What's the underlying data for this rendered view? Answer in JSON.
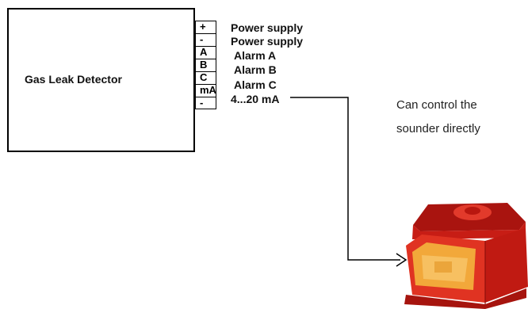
{
  "detector": {
    "title": "Gas Leak Detector"
  },
  "terminals": [
    {
      "pin": "+",
      "label": "Power supply"
    },
    {
      "pin": "-",
      "label": "Power supply"
    },
    {
      "pin": "A",
      "label": "Alarm A"
    },
    {
      "pin": "B",
      "label": "Alarm B"
    },
    {
      "pin": "C",
      "label": "Alarm C"
    },
    {
      "pin": "mA",
      "label": "4...20 mA"
    },
    {
      "pin": "-",
      "label": ""
    }
  ],
  "note": {
    "line1": "Can control the",
    "line2": "sounder directly"
  },
  "icons": {
    "sounder": "alarm-sounder-icon"
  },
  "colors": {
    "sounder_body": "#d9261c",
    "sounder_lens": "#f2a83a",
    "line": "#000000"
  }
}
